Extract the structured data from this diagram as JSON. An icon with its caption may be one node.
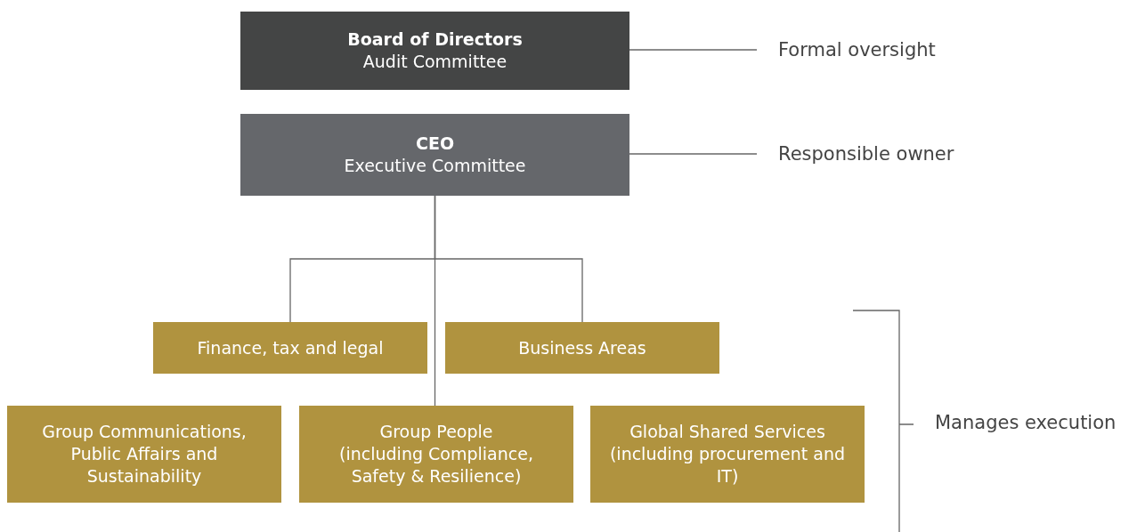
{
  "diagram": {
    "nodes": [
      {
        "text": [
          "Board of Directors",
          "Audit Committee"
        ]
      },
      {
        "text": [
          "CEO",
          "Executive Committee"
        ]
      },
      {
        "text": [
          "Finance, tax and legal"
        ]
      },
      {
        "text": [
          "Business Areas"
        ]
      },
      {
        "text": [
          "Group Communications, Public Affairs and Sustainability"
        ]
      },
      {
        "text": [
          "Group People",
          "(including Compliance, Safety & Resilience)"
        ]
      },
      {
        "text": [
          "Global Shared Services",
          "(including procurement and IT)"
        ]
      },
      {
        "text": [
          "Formal oversight"
        ]
      },
      {
        "text": [
          "Responsible owner"
        ]
      }
    ],
    "edges": [
      {
        "from": 7,
        "to": 0,
        "arrow": "none"
      },
      {
        "from": 8,
        "to": 1,
        "arrow": "none"
      },
      {
        "from": 1,
        "to": 2,
        "arrow": "none"
      },
      {
        "from": 1,
        "to": 5,
        "arrow": "none"
      },
      {
        "from": 1,
        "to": 3,
        "arrow": "none"
      }
    ],
    "labels": [
      "Manages execution"
    ]
  }
}
